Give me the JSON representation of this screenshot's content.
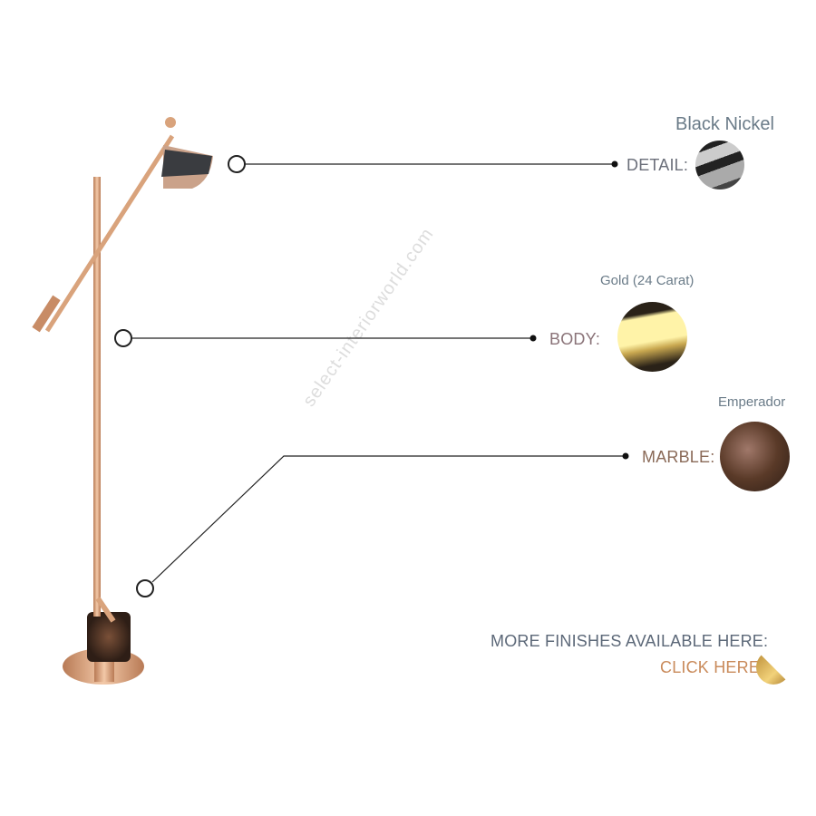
{
  "finishes": [
    {
      "part_label": "DETAIL:",
      "finish_name": "Black Nickel"
    },
    {
      "part_label": "BODY:",
      "finish_name": "Gold (24 Carat)"
    },
    {
      "part_label": "MARBLE:",
      "finish_name": "Emperador"
    }
  ],
  "more_finishes_text": "MORE FINISHES AVAILABLE HERE:",
  "click_here_label": "CLICK HERE",
  "watermark": "select-interiorworld.com",
  "colors": {
    "gold": "#d9a37c",
    "text": "#6b6f7a",
    "click": "#c98a5a",
    "marble": "#5a3a28"
  }
}
